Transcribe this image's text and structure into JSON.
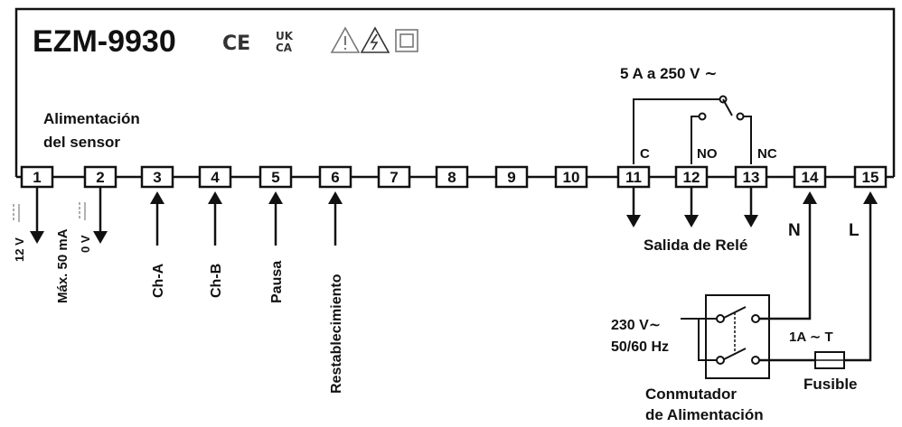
{
  "device": {
    "model": "EZM-9930",
    "marks": [
      "CE",
      "UK CA"
    ]
  },
  "terminals": [
    "1",
    "2",
    "3",
    "4",
    "5",
    "6",
    "7",
    "8",
    "9",
    "10",
    "11",
    "12",
    "13",
    "14",
    "15"
  ],
  "sensor_power": {
    "title_line1": "Alimentación",
    "title_line2": "del sensor",
    "t1_label": "12 V",
    "t2_label": "0 V",
    "max_current": "Máx. 50 mA"
  },
  "inputs": {
    "t3": "Ch-A",
    "t4": "Ch-B",
    "t5": "Pausa",
    "t6": "Restablecimiento"
  },
  "relay": {
    "rating": "5 A a 250 V ∼",
    "c": "C",
    "no": "NO",
    "nc": "NC",
    "output_label": "Salida de Relé"
  },
  "power": {
    "n_label": "N",
    "l_label": "L",
    "supply_line1": "230 V∼",
    "supply_line2": "50/60 Hz",
    "fuse_rating": "1A ∼ T",
    "fuse_label": "Fusible",
    "switch_line1": "Conmutador",
    "switch_line2": "de Alimentación"
  }
}
